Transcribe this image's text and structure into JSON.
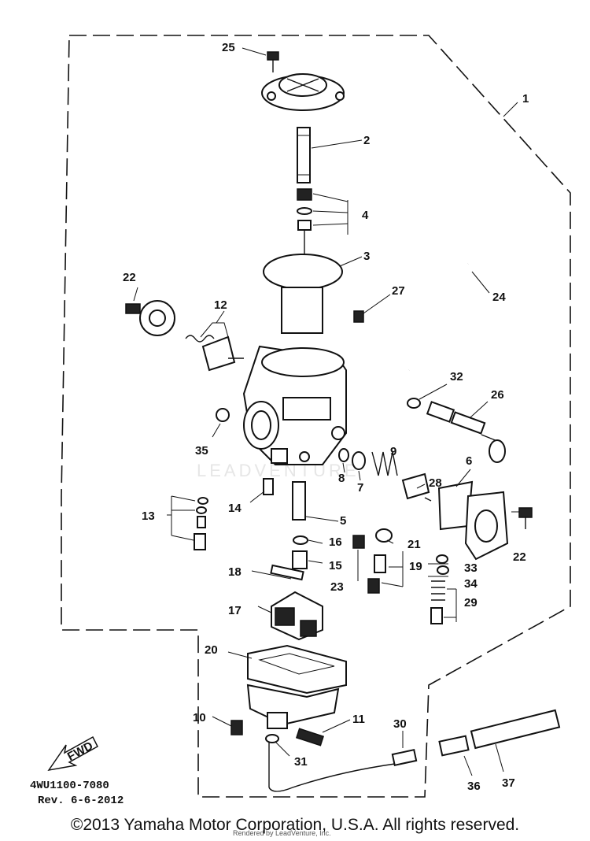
{
  "callouts": [
    {
      "id": "c1",
      "text": "1"
    },
    {
      "id": "c2",
      "text": "2"
    },
    {
      "id": "c3",
      "text": "3"
    },
    {
      "id": "c4",
      "text": "4"
    },
    {
      "id": "c5",
      "text": "5"
    },
    {
      "id": "c6",
      "text": "6"
    },
    {
      "id": "c7",
      "text": "7"
    },
    {
      "id": "c8",
      "text": "8"
    },
    {
      "id": "c9",
      "text": "9"
    },
    {
      "id": "c10",
      "text": "10"
    },
    {
      "id": "c11",
      "text": "11"
    },
    {
      "id": "c12",
      "text": "12"
    },
    {
      "id": "c13",
      "text": "13"
    },
    {
      "id": "c14",
      "text": "14"
    },
    {
      "id": "c15",
      "text": "15"
    },
    {
      "id": "c16",
      "text": "16"
    },
    {
      "id": "c17",
      "text": "17"
    },
    {
      "id": "c18",
      "text": "18"
    },
    {
      "id": "c19",
      "text": "19"
    },
    {
      "id": "c20",
      "text": "20"
    },
    {
      "id": "c21",
      "text": "21"
    },
    {
      "id": "c22a",
      "text": "22"
    },
    {
      "id": "c22b",
      "text": "22"
    },
    {
      "id": "c23",
      "text": "23"
    },
    {
      "id": "c24",
      "text": "24"
    },
    {
      "id": "c25",
      "text": "25"
    },
    {
      "id": "c26",
      "text": "26"
    },
    {
      "id": "c27",
      "text": "27"
    },
    {
      "id": "c28",
      "text": "28"
    },
    {
      "id": "c29",
      "text": "29"
    },
    {
      "id": "c30",
      "text": "30"
    },
    {
      "id": "c31",
      "text": "31"
    },
    {
      "id": "c32",
      "text": "32"
    },
    {
      "id": "c33",
      "text": "33"
    },
    {
      "id": "c34",
      "text": "34"
    },
    {
      "id": "c35",
      "text": "35"
    },
    {
      "id": "c36",
      "text": "36"
    },
    {
      "id": "c37",
      "text": "37"
    }
  ],
  "fwd_label": "FWD",
  "part_code": "4WU1100-7080",
  "revision": "Rev.  6-6-2012",
  "copyright": "©2013 Yamaha Motor Corporation, U.S.A. All rights reserved.",
  "rendered_by": "Rendered by LeadVenture, Inc.",
  "watermark": "LEADVENTURE"
}
